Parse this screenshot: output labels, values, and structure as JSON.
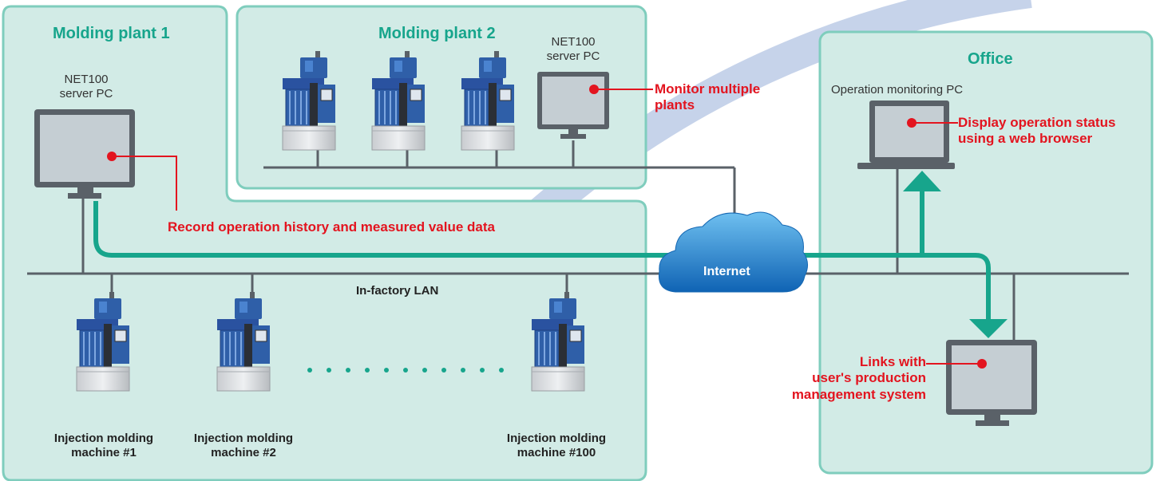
{
  "plant1": {
    "title": "Molding plant 1",
    "server_label_line1": "NET100",
    "server_label_line2": "server PC",
    "record_callout": "Record operation history and measured value data",
    "lan_label": "In-factory LAN",
    "machines": [
      {
        "line1": "Injection molding",
        "line2": "machine #1"
      },
      {
        "line1": "Injection molding",
        "line2": "machine #2"
      },
      {
        "line1": "Injection molding",
        "line2": "machine #100"
      }
    ]
  },
  "plant2": {
    "title": "Molding plant 2",
    "server_label_line1": "NET100",
    "server_label_line2": "server PC",
    "monitor_callout_line1": "Monitor multiple",
    "monitor_callout_line2": "plants"
  },
  "internet": {
    "label": "Internet"
  },
  "office": {
    "title": "Office",
    "pc_label": "Operation monitoring PC",
    "display_callout_line1": "Display operation status",
    "display_callout_line2": "using a web browser",
    "links_callout_line1": "Links with",
    "links_callout_line2": "user's production",
    "links_callout_line3": "management system"
  },
  "colors": {
    "panel_fill": "#d2ebe6",
    "panel_border": "#7fcdbd",
    "title_teal": "#17a58c",
    "data_flow_teal": "#17a58c",
    "callout_red": "#e3141f",
    "network_line": "#5a6168",
    "cloud_blue": "#1f7fc9",
    "arc_blue": "#c6d3ea"
  }
}
